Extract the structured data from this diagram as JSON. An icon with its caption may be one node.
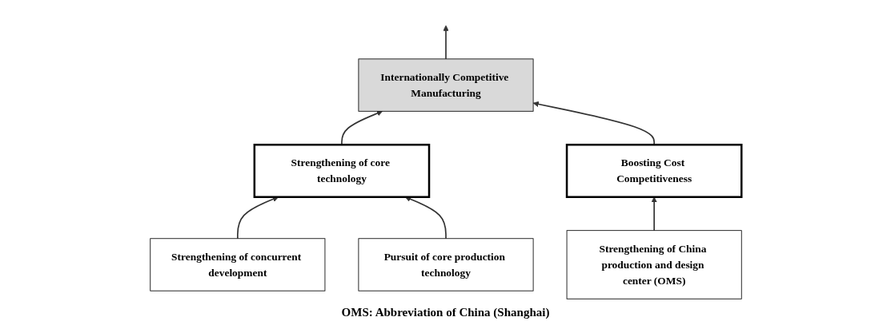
{
  "diagram": {
    "nodes": [
      {
        "text": [
          "Internationally Competitive Manufacturing"
        ]
      },
      {
        "text": [
          "Strengthening of core technology"
        ]
      },
      {
        "text": [
          "Boosting Cost Competitiveness"
        ]
      },
      {
        "text": [
          "Strengthening of concurrent development"
        ]
      },
      {
        "text": [
          "Pursuit of core production technology"
        ]
      },
      {
        "text": [
          "Strengthening of China production and design center (OMS)"
        ]
      }
    ],
    "edges": [
      {
        "from": 0,
        "to": null,
        "arrow": "to"
      },
      {
        "from": 1,
        "to": 0,
        "arrow": "to"
      },
      {
        "from": 2,
        "to": 0,
        "arrow": "to"
      },
      {
        "from": 3,
        "to": 1,
        "arrow": "to"
      },
      {
        "from": 4,
        "to": 1,
        "arrow": "to"
      },
      {
        "from": 5,
        "to": 2,
        "arrow": "to"
      }
    ],
    "labels": [
      "OMS: Abbreviation of China (Shanghai)"
    ]
  }
}
